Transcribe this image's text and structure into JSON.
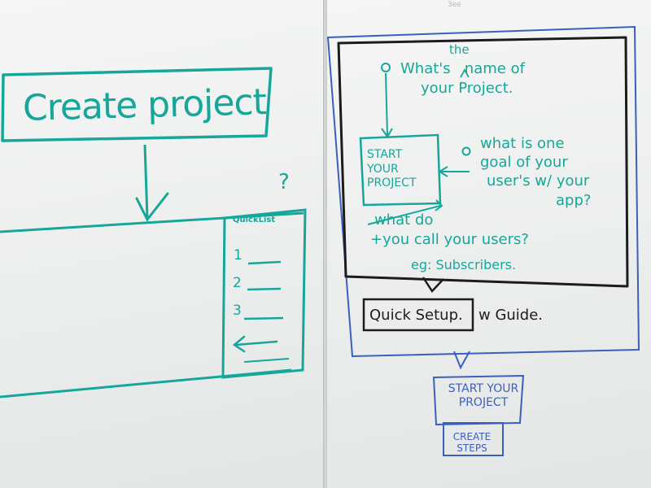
{
  "left_board": {
    "title": "Create project",
    "question_mark": "?",
    "quicklist_heading": "QuickList",
    "steps": [
      "1",
      "2",
      "3"
    ]
  },
  "right_board": {
    "corner_mark": "3ee",
    "question_1": {
      "line_1": "What's",
      "insert": "the",
      "line_2_end": "name of",
      "line_2": "your Project."
    },
    "inner_box": "START YOUR PROJECT",
    "question_2": {
      "line_1": "what is one",
      "line_2": "goal of your",
      "line_3": "user's w/ your",
      "line_4": "app?"
    },
    "question_3": {
      "line_1": "what do",
      "line_2": "+you call your users?"
    },
    "example": "eg: Subscribers.",
    "quick_setup": "Quick Setup.",
    "with_guide": "w Guide.",
    "start_box": "START YOUR PROJECT",
    "create_steps": "CREATE STEPS"
  },
  "colors": {
    "teal_marker": "#16a79a",
    "blue_marker": "#3b5fc0",
    "black_marker": "#1c1c1c",
    "whiteboard": "#f2f3f2"
  }
}
